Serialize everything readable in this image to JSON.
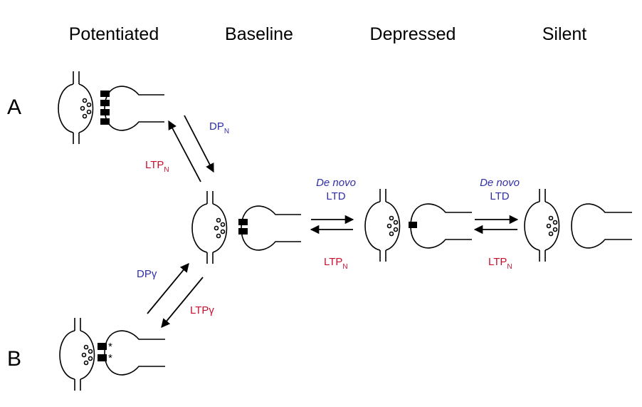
{
  "headers": {
    "potentiated": "Potentiated",
    "baseline": "Baseline",
    "depressed": "Depressed",
    "silent": "Silent"
  },
  "rows": {
    "a": "A",
    "b": "B"
  },
  "transitions": {
    "dp_n": {
      "main": "DP",
      "sub": "N"
    },
    "ltp_n_up": {
      "main": "LTP",
      "sub": "N"
    },
    "dp_gamma": {
      "text": "DPγ"
    },
    "ltp_gamma": {
      "text": "LTPγ"
    },
    "de_novo_ltd_1": {
      "line1": "De novo",
      "line2": "LTD"
    },
    "ltp_n_1": {
      "main": "LTP",
      "sub": "N"
    },
    "de_novo_ltd_2": {
      "line1": "De novo",
      "line2": "LTD"
    },
    "ltp_n_2": {
      "main": "LTP",
      "sub": "N"
    },
    "asterisk": "*"
  },
  "colors": {
    "blue": "#2e2ea8",
    "red": "#c8102e",
    "ink": "#000000"
  }
}
